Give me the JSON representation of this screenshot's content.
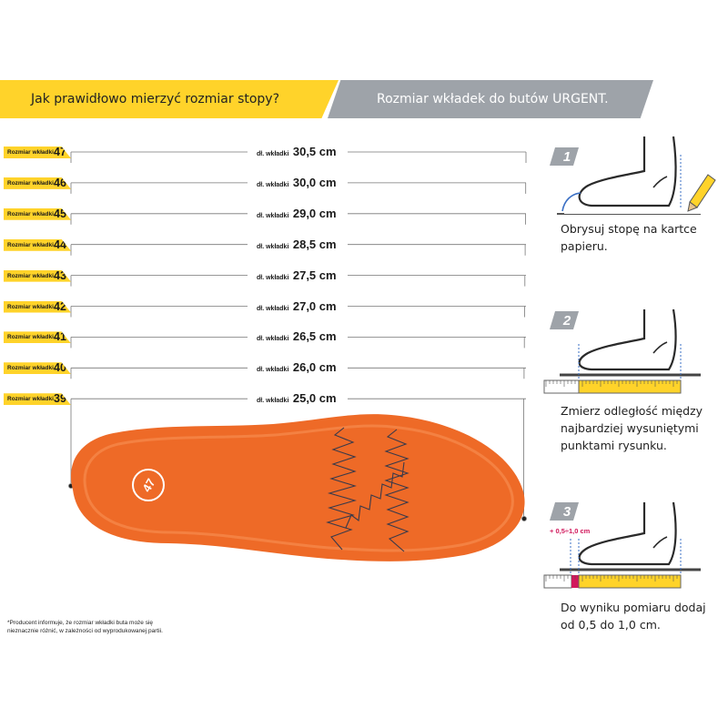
{
  "banner": {
    "left": "Jak prawidłowo mierzyć rozmiar stopy?",
    "right": "Rozmiar wkładek do butów URGENT."
  },
  "sizes": [
    {
      "label": "Rozmiar wkładki",
      "size": "47",
      "prefix": "dł. wkładki",
      "length": "30,5 cm"
    },
    {
      "label": "Rozmiar wkładki",
      "size": "46",
      "prefix": "dł. wkładki",
      "length": "30,0 cm"
    },
    {
      "label": "Rozmiar wkładki",
      "size": "45",
      "prefix": "dł. wkładki",
      "length": "29,0 cm"
    },
    {
      "label": "Rozmiar wkładki",
      "size": "44",
      "prefix": "dł. wkładki",
      "length": "28,5 cm"
    },
    {
      "label": "Rozmiar wkładki",
      "size": "43",
      "prefix": "dł. wkładki",
      "length": "27,5 cm"
    },
    {
      "label": "Rozmiar wkładki",
      "size": "42",
      "prefix": "dł. wkładki",
      "length": "27,0 cm"
    },
    {
      "label": "Rozmiar wkładki",
      "size": "41",
      "prefix": "dł. wkładki",
      "length": "26,5 cm"
    },
    {
      "label": "Rozmiar wkładki",
      "size": "40",
      "prefix": "dł. wkładki",
      "length": "26,0 cm"
    },
    {
      "label": "Rozmiar wkładki",
      "size": "39",
      "prefix": "dł. wkładki",
      "length": "25,0 cm"
    }
  ],
  "insole": {
    "badge": "47",
    "color": "#ee6a27"
  },
  "steps": [
    {
      "number": "1",
      "text": [
        "Obrysuj stopę na kartce papieru."
      ]
    },
    {
      "number": "2",
      "text": [
        "Zmierz odległość między",
        "najbardziej wysuniętymi",
        "punktami rysunku."
      ]
    },
    {
      "number": "3",
      "text": [
        "Do wyniku pomiaru dodaj",
        "od 0,5 do 1,0 cm."
      ],
      "annotation": "+ 0,5÷1,0 cm"
    }
  ],
  "footnote": [
    "*Producent informuje, że rozmiar wkładki buta może się",
    "nieznacznie różnić, w zależności od wyprodukowanej partii."
  ],
  "colors": {
    "yellow": "#ffd32a",
    "grey": "#9ea3a9",
    "orange": "#ee6a27",
    "pink": "#d1175b",
    "blue": "#3a6fc4"
  }
}
